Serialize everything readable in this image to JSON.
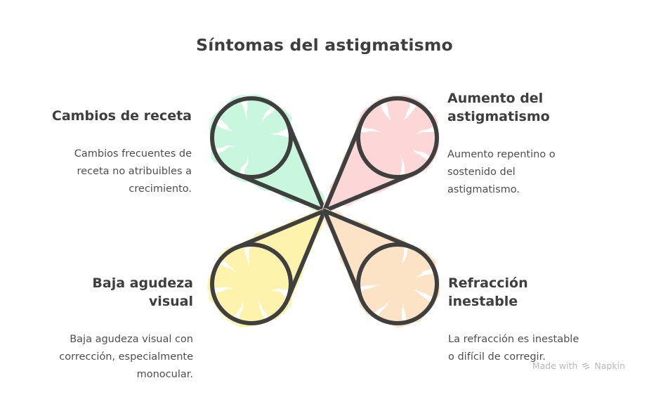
{
  "title": "Síntomas del astigmatismo",
  "items": [
    {
      "id": "cambios-de-receta",
      "position": "top-left",
      "heading": "Cambios de receta",
      "body": "Cambios frecuentes de\nreceta no atribuibles a\ncrecimiento.",
      "color": "#c8f7dd"
    },
    {
      "id": "aumento-del-astigmatismo",
      "position": "top-right",
      "heading": "Aumento del\nastigmatismo",
      "body": "Aumento repentino o\nsostenido del\nastigmatismo.",
      "color": "#fdd7d7"
    },
    {
      "id": "baja-agudeza-visual",
      "position": "bottom-left",
      "heading": "Baja agudeza\nvisual",
      "body": "Baja agudeza visual con\ncorrección, especialmente\nmonocular.",
      "color": "#fdf3ad"
    },
    {
      "id": "refraccion-inestable",
      "position": "bottom-right",
      "heading": "Refracción\ninestable",
      "body": "La refracción es inestable\no difícil de corregir.",
      "color": "#fde3c6"
    }
  ],
  "diagram": {
    "outline_color": "#3f3f3f",
    "background_color": "#ffffff",
    "streak_color": "#ffffff"
  },
  "watermark": {
    "prefix": "Made with",
    "brand": "Napkin",
    "color": "#b7bbc0"
  }
}
